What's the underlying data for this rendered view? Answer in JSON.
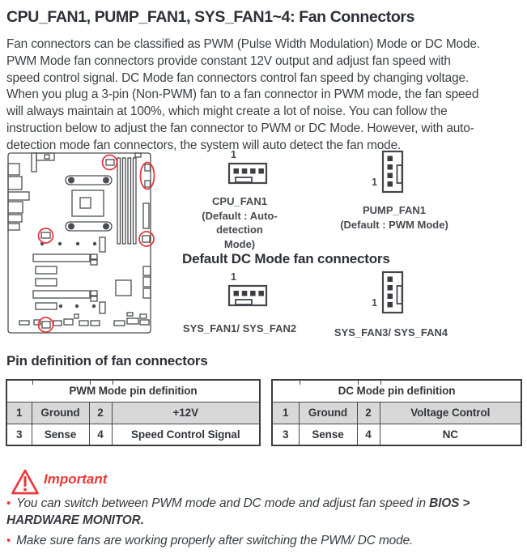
{
  "doc": {
    "title": "CPU_FAN1, PUMP_FAN1, SYS_FAN1~4: Fan Connectors",
    "intro_lines": [
      "Fan connectors can be classified as PWM (Pulse Width Modulation) Mode or DC Mode.",
      "PWM Mode fan connectors provide constant 12V output and adjust fan speed with",
      "speed control signal. DC Mode fan connectors control fan speed by changing voltage.",
      "When you plug a 3-pin (Non-PWM) fan to a fan connector in PWM mode, the fan speed",
      "will always maintain at 100%, which might create a lot of noise. You can follow the",
      "instruction below to adjust the fan connector to PWM or DC Mode. However, with auto-",
      "detection mode fan connectors, the system will auto detect the fan mode."
    ]
  },
  "connectors": {
    "cpu_fan": {
      "pin1": "1",
      "name": "CPU_FAN1",
      "default_l1": "(Default : Auto-detection",
      "default_l2": "Mode)"
    },
    "pump_fan": {
      "pin1": "1",
      "name": "PUMP_FAN1",
      "default_l1": "(Default : PWM Mode)"
    },
    "dc_mode_heading": "Default DC Mode fan connectors",
    "sys_fan12": {
      "pin1": "1",
      "name": "SYS_FAN1/ SYS_FAN2"
    },
    "sys_fan34": {
      "pin1": "1",
      "name": "SYS_FAN3/ SYS_FAN4"
    }
  },
  "pin_definition": {
    "heading": "Pin definition of fan connectors",
    "pwm_table": {
      "title": "PWM Mode pin definition",
      "rows": [
        [
          "1",
          "Ground",
          "2",
          "+12V"
        ],
        [
          "3",
          "Sense",
          "4",
          "Speed Control Signal"
        ]
      ]
    },
    "dc_table": {
      "title": "DC Mode pin definition",
      "rows": [
        [
          "1",
          "Ground",
          "2",
          "Voltage Control"
        ],
        [
          "3",
          "Sense",
          "4",
          "NC"
        ]
      ]
    }
  },
  "important": {
    "heading": "Important",
    "bullet1": {
      "text": "You can switch between PWM mode and DC mode and adjust fan speed in ",
      "bold_line1": "BIOS >",
      "bold_line2": "HARDWARE MONITOR",
      "tail": "."
    },
    "bullet2": {
      "text": "Make sure fans are working properly after switching the PWM/ DC mode."
    }
  },
  "colors": {
    "accent_red": "#e9383c",
    "heading_dark": "#2d3037",
    "body_text": "#3c3f45",
    "table_row_gray": "#d8d8d8",
    "line_dark": "#4a4d52"
  }
}
